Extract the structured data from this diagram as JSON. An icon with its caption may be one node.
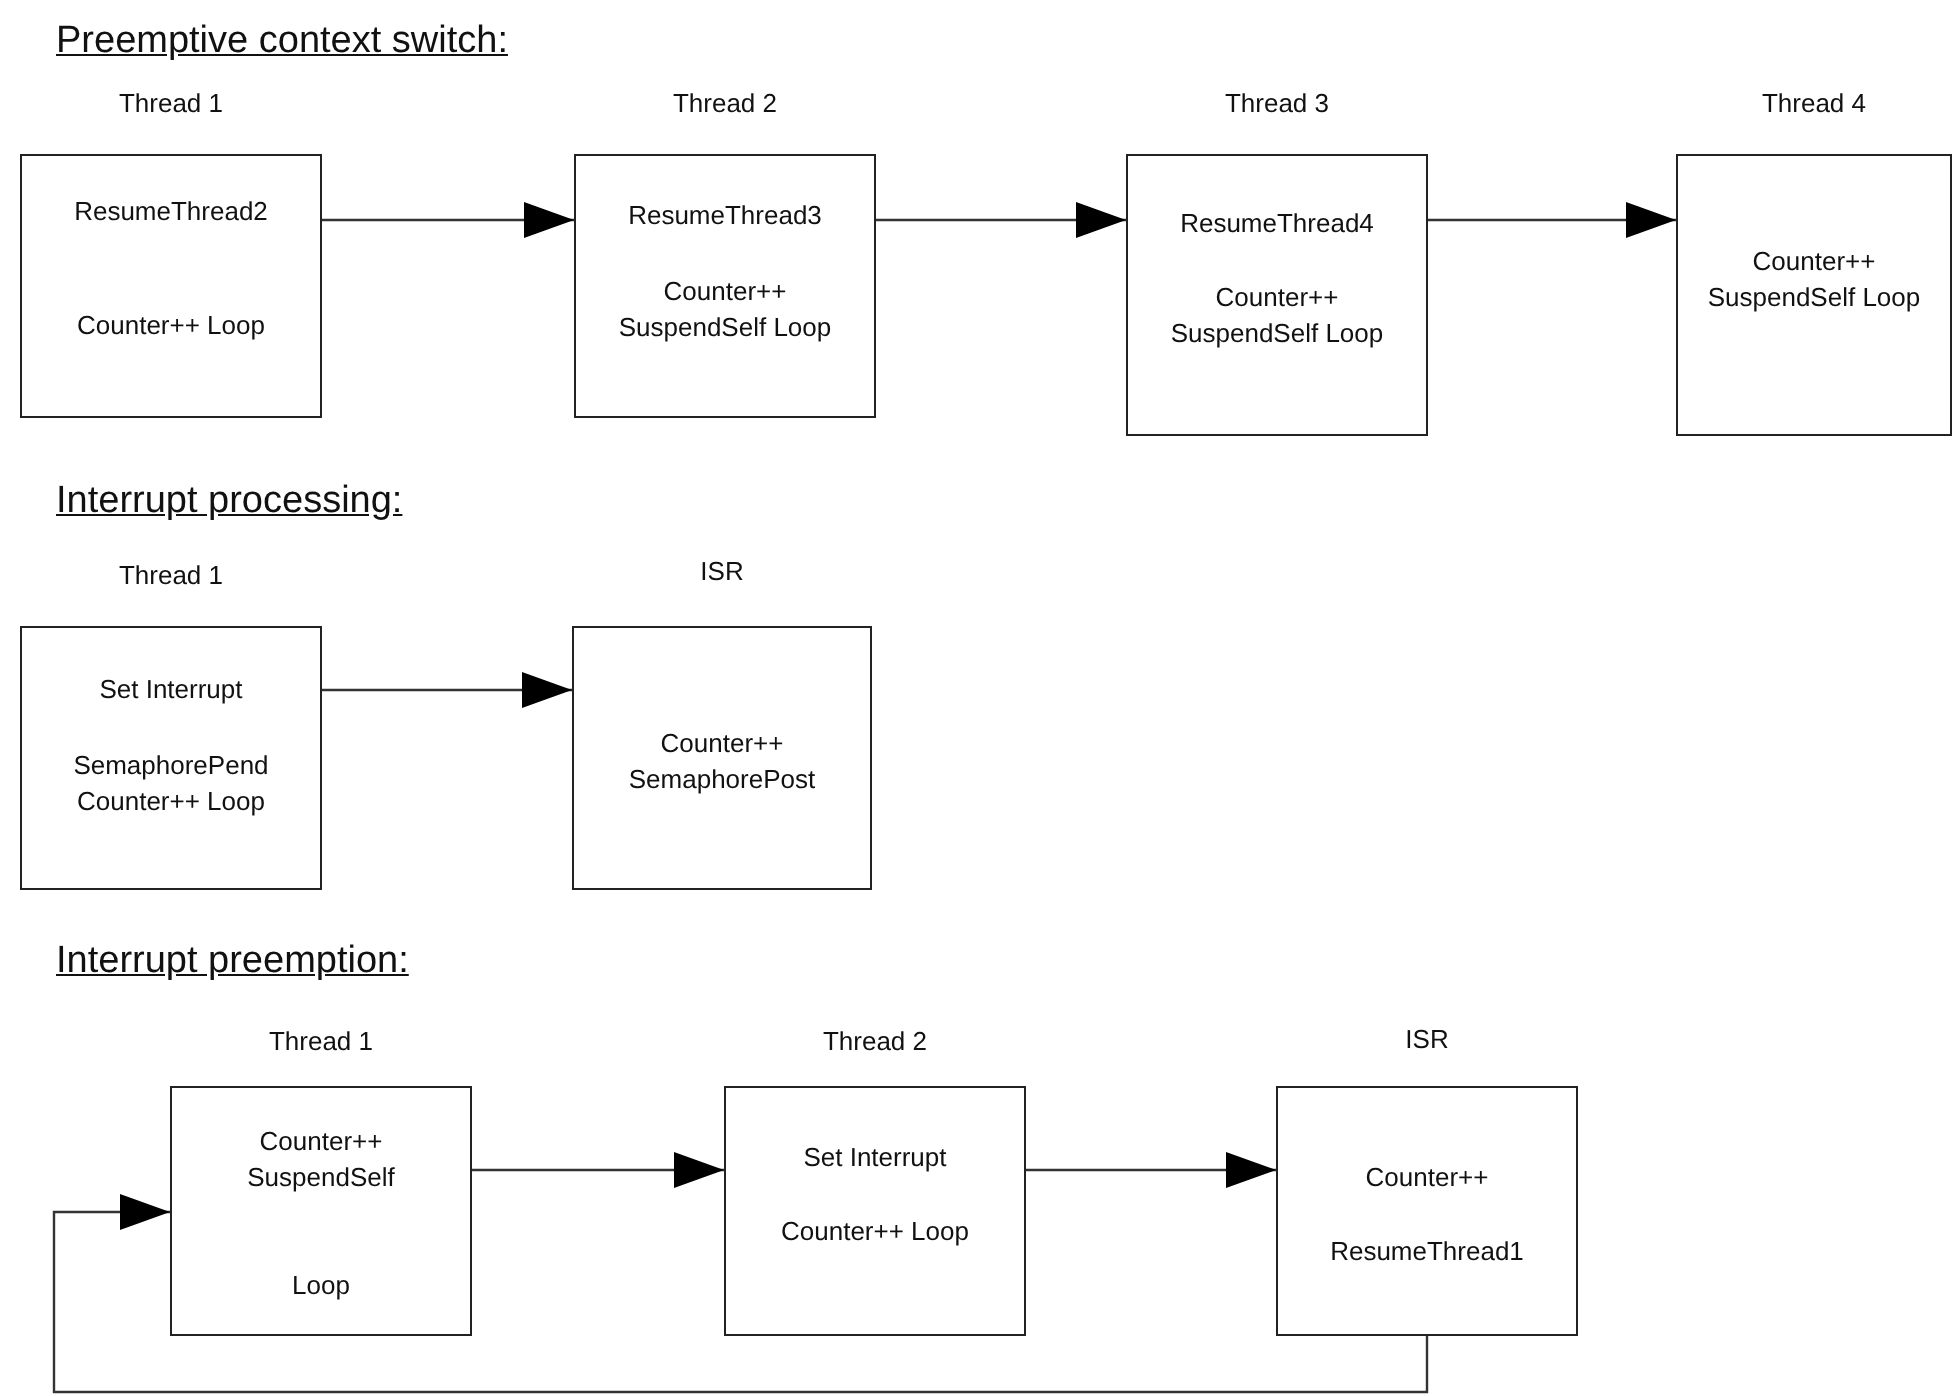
{
  "diagram": {
    "nodes": [
      {
        "text": [
          "Thread 1",
          "ResumeThread2",
          "Counter++ Loop"
        ]
      },
      {
        "text": [
          "Thread 2",
          "ResumeThread3",
          "Counter++ SuspendSelf Loop"
        ]
      },
      {
        "text": [
          "Thread 3",
          "ResumeThread4",
          "Counter++ SuspendSelf Loop"
        ]
      },
      {
        "text": [
          "Thread 4",
          "Counter++ SuspendSelf Loop"
        ]
      },
      {
        "text": [
          "Thread 1",
          "Set Interrupt",
          "SemaphorePend Counter++ Loop"
        ]
      },
      {
        "text": [
          "ISR",
          "Counter++ SemaphorePost"
        ]
      },
      {
        "text": [
          "Thread 1",
          "Counter++ SuspendSelf",
          "Loop"
        ]
      },
      {
        "text": [
          "Thread 2",
          "Set Interrupt",
          "Counter++ Loop"
        ]
      },
      {
        "text": [
          "ISR",
          "Counter++",
          "ResumeThread1"
        ]
      }
    ],
    "edges": [
      {
        "from": 0,
        "to": 1,
        "arrow": "to"
      },
      {
        "from": 1,
        "to": 2,
        "arrow": "to"
      },
      {
        "from": 2,
        "to": 3,
        "arrow": "to"
      },
      {
        "from": 4,
        "to": 5,
        "arrow": "to"
      },
      {
        "from": 6,
        "to": 7,
        "arrow": "to"
      },
      {
        "from": 7,
        "to": 8,
        "arrow": "to"
      },
      {
        "from": 8,
        "to": 6,
        "arrow": "to"
      }
    ],
    "labels": [
      "Preemptive context switch:",
      "Interrupt processing:",
      "Interrupt preemption:"
    ]
  }
}
